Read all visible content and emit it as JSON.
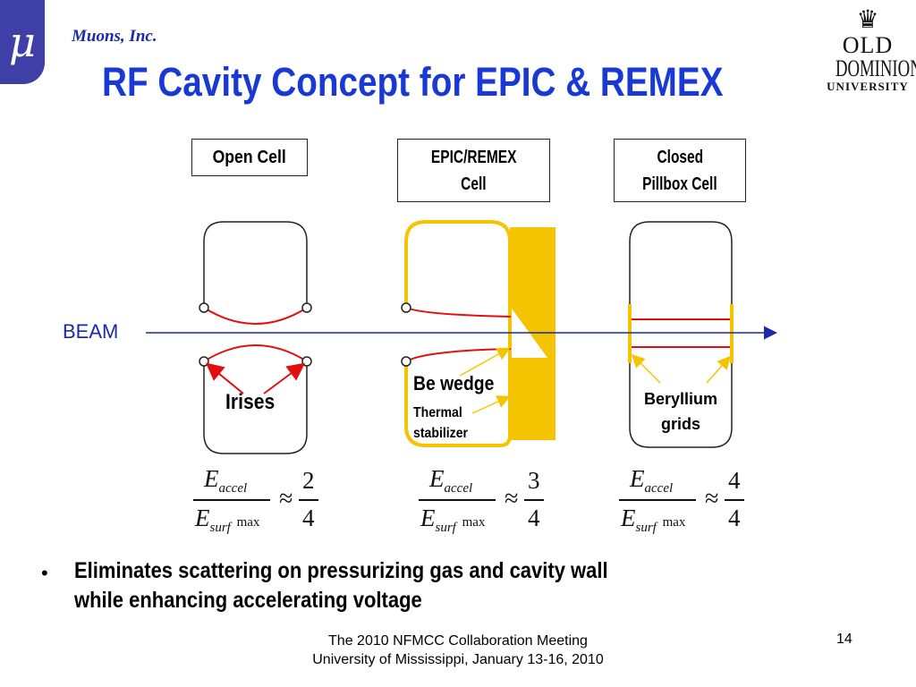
{
  "header": {
    "logo_symbol": "μ",
    "company": "Muons, Inc.",
    "title": "RF Cavity Concept for EPIC & REMEX",
    "university_logo": {
      "icon": "crown-icon",
      "line1": "OLD",
      "line2": "DOMINION",
      "line3": "UNIVERSITY"
    }
  },
  "diagram": {
    "cells": [
      {
        "label": "Open Cell"
      },
      {
        "label_line1": "EPIC/REMEX",
        "label_line2": "Cell"
      },
      {
        "label_line1": "Closed",
        "label_line2": "Pillbox Cell"
      }
    ],
    "beam_label": "BEAM",
    "irises_label": "Irises",
    "be_wedge_label": "Be wedge",
    "thermal_line1": "Thermal",
    "thermal_line2": "stabilizer",
    "beryllium_line1": "Beryllium",
    "beryllium_line2": "grids",
    "colors": {
      "iris": "#e01010",
      "thermal": "#f5c400",
      "beam": "#1a2aa8"
    }
  },
  "equations": [
    {
      "numerator": "E",
      "num_sub": "accel",
      "denominator": "E",
      "den_sub": "surf",
      "den_suffix": "max",
      "approx": "≈",
      "fraction_num": "2",
      "fraction_den": "4"
    },
    {
      "numerator": "E",
      "num_sub": "accel",
      "denominator": "E",
      "den_sub": "surf",
      "den_suffix": "max",
      "approx": "≈",
      "fraction_num": "3",
      "fraction_den": "4"
    },
    {
      "numerator": "E",
      "num_sub": "accel",
      "denominator": "E",
      "den_sub": "surf",
      "den_suffix": "max",
      "approx": "≈",
      "fraction_num": "4",
      "fraction_den": "4"
    }
  ],
  "bullet": {
    "marker": "•",
    "line1": "Eliminates scattering on pressurizing gas and cavity wall",
    "line2": "while enhancing accelerating voltage"
  },
  "footer": {
    "line1": "The 2010 NFMCC Collaboration Meeting",
    "line2": "University of Mississippi, January 13-16, 2010",
    "page_number": "14"
  }
}
